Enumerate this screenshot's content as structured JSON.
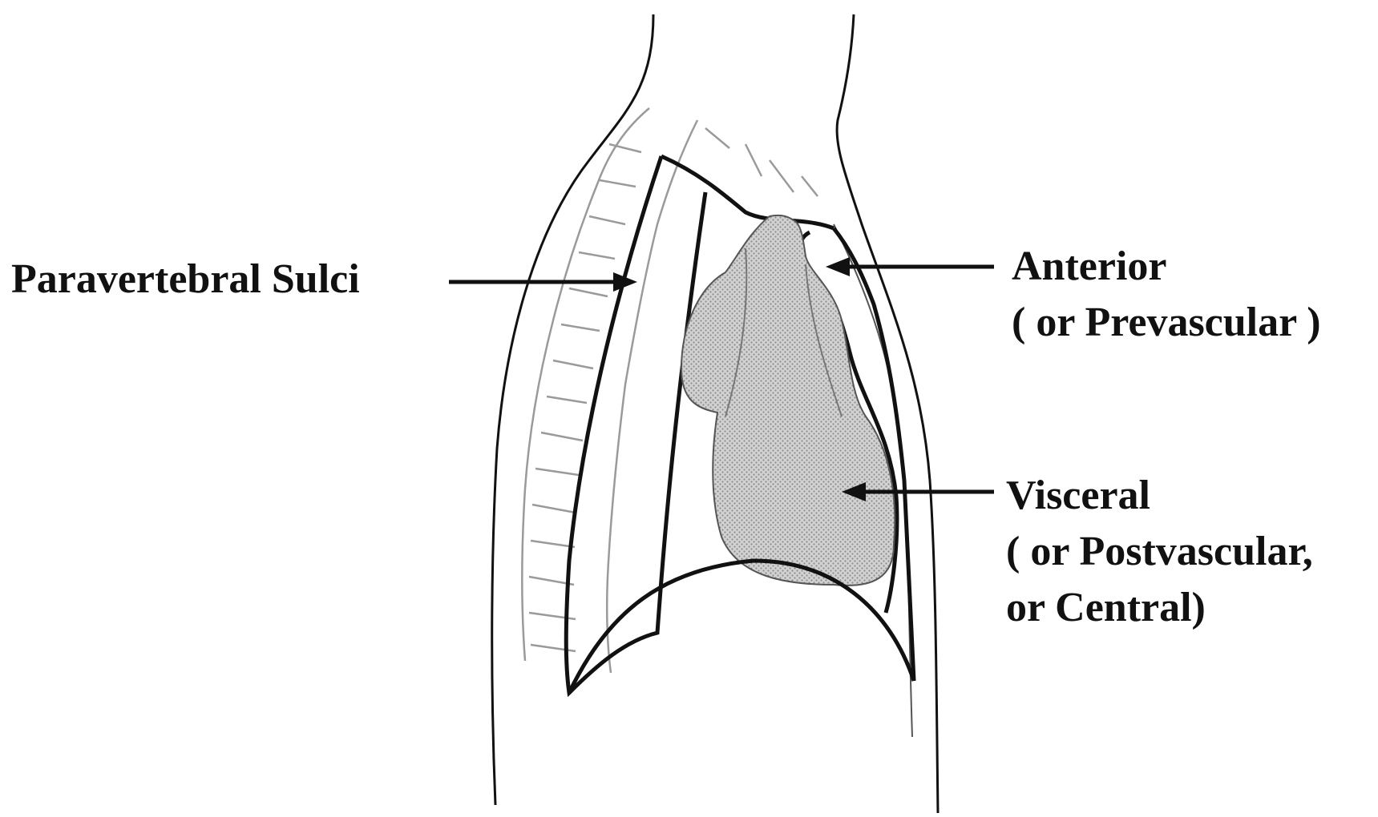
{
  "labels": {
    "paravertebral": {
      "line1": "Paravertebral Sulci"
    },
    "anterior": {
      "line1": "Anterior",
      "line2": "( or Prevascular )"
    },
    "visceral": {
      "line1": "Visceral",
      "line2": "( or Postvascular,",
      "line3": "or Central)"
    }
  },
  "colors": {
    "outline": "#111111",
    "sketch": "#9a9a9a",
    "heart_fill": "#c4c4c4"
  }
}
